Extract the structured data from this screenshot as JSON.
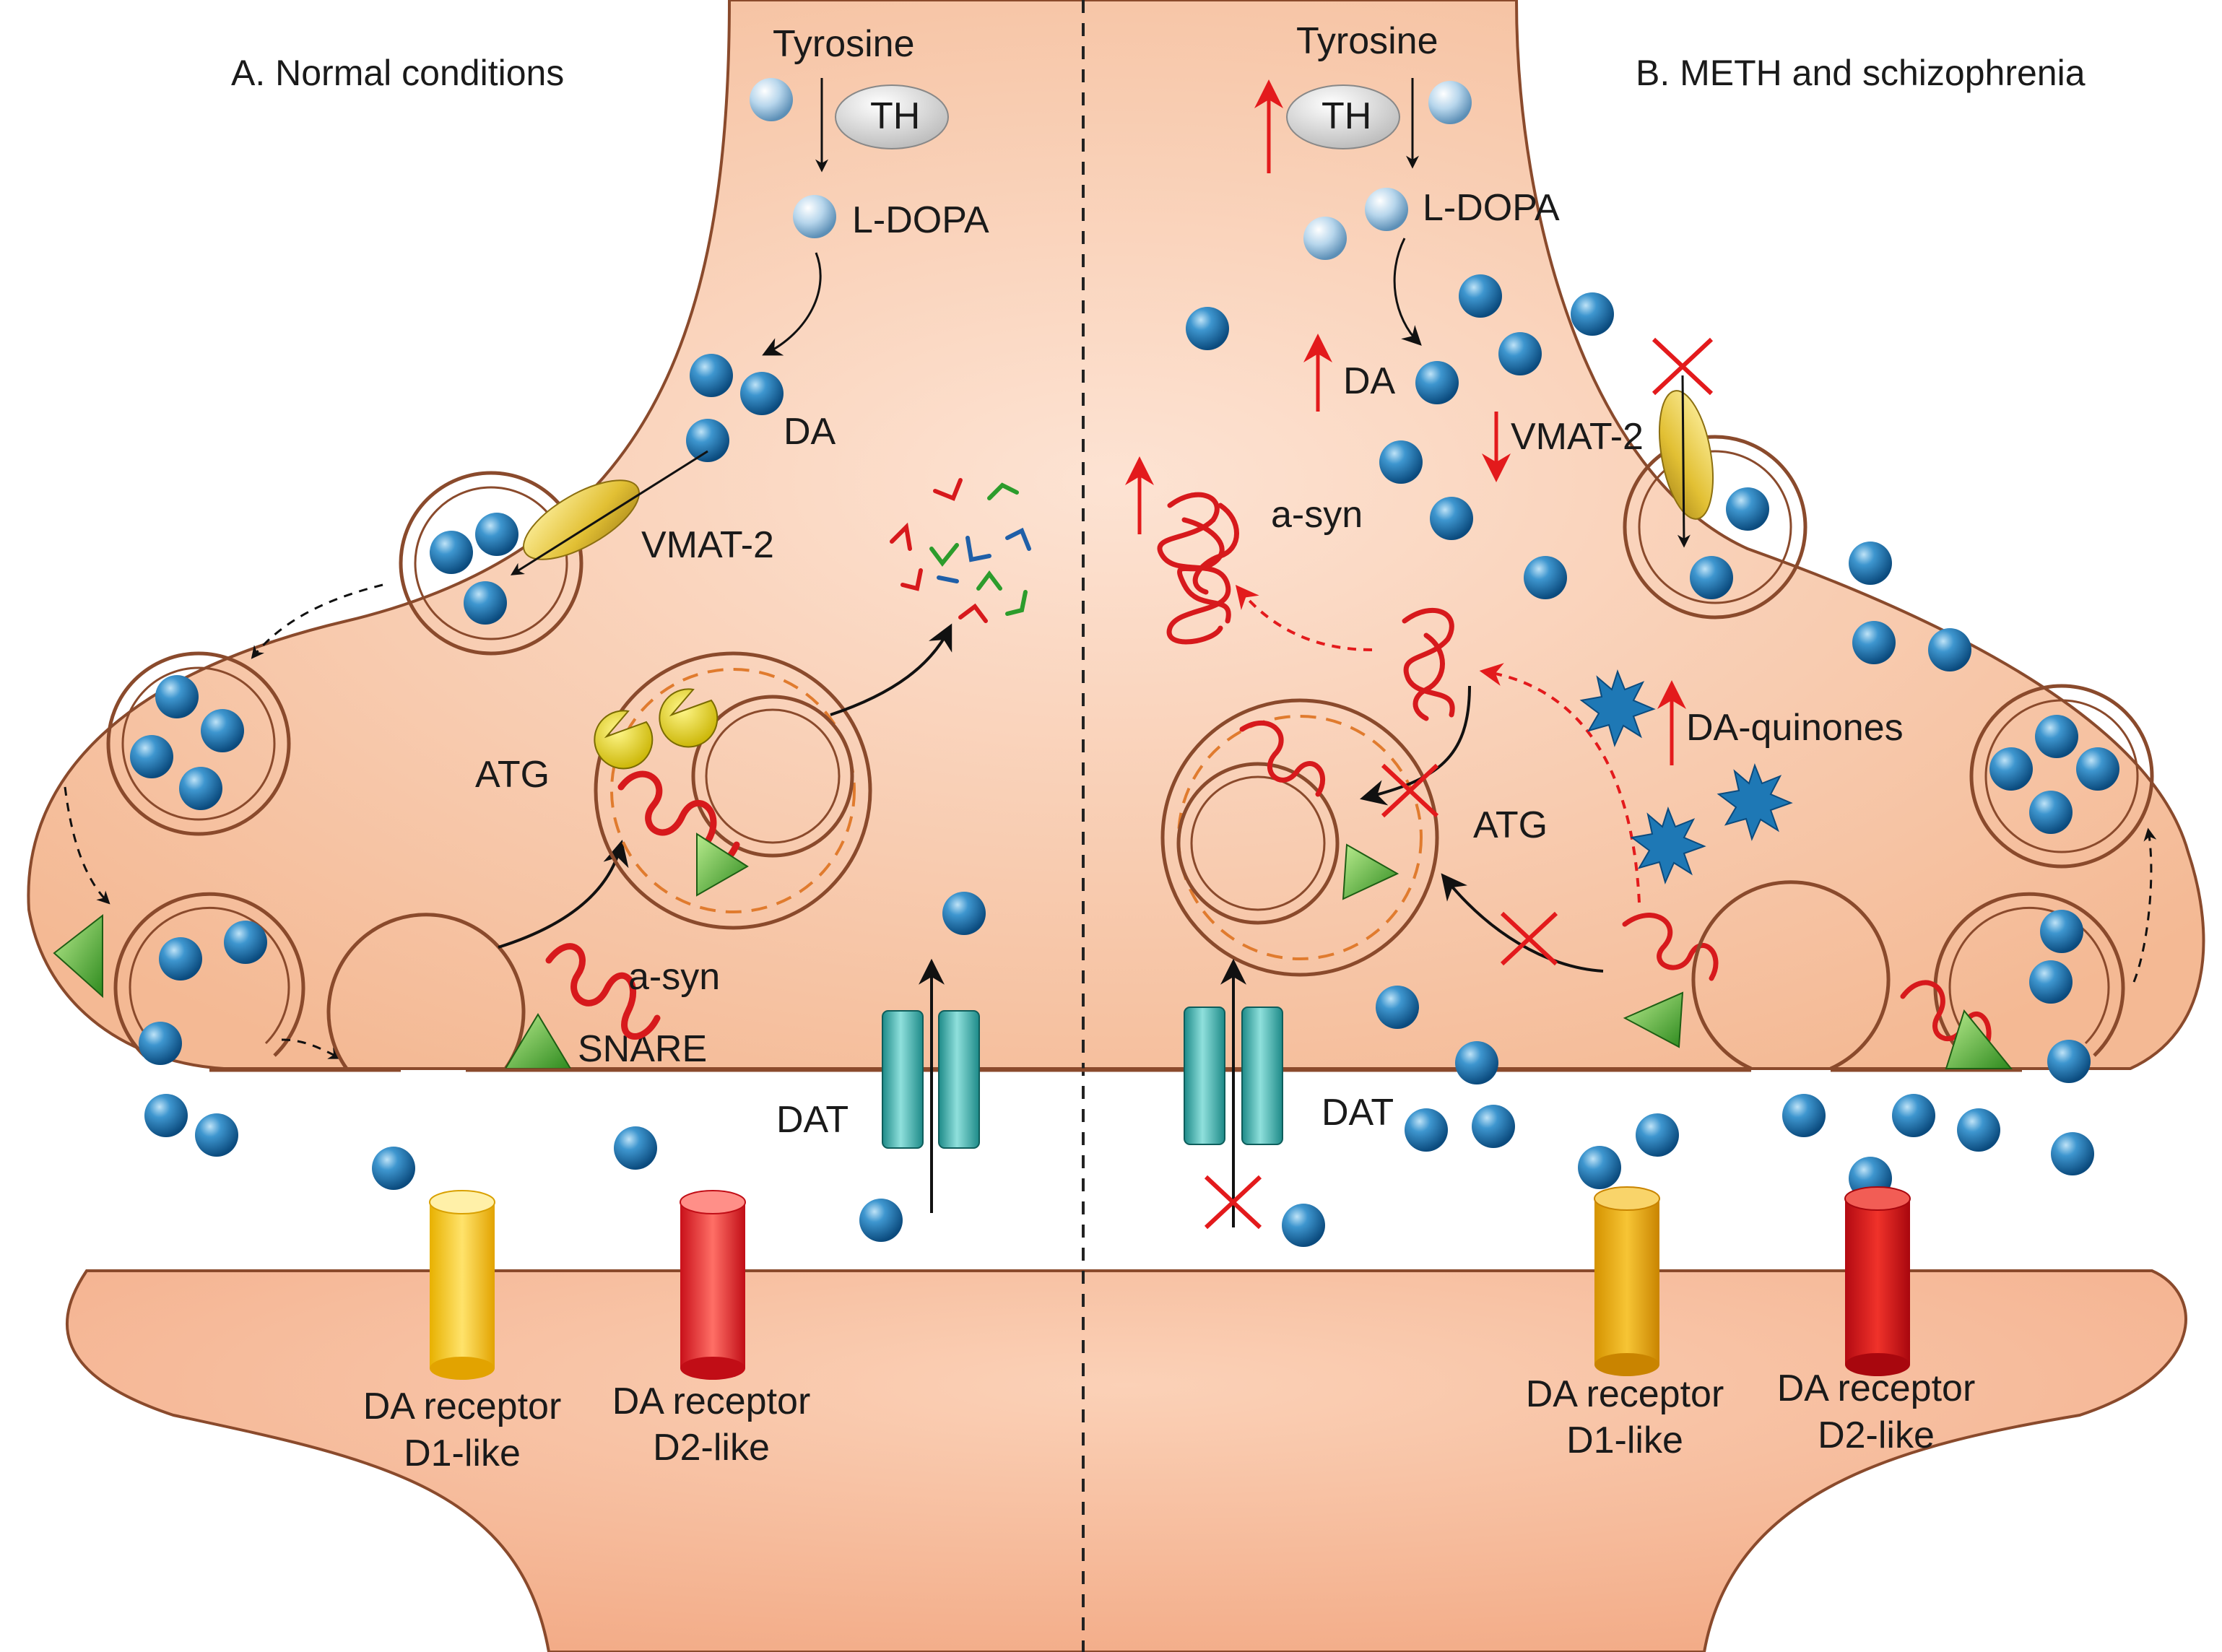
{
  "panel_a": {
    "title": "A. Normal conditions",
    "tyrosine": "Tyrosine",
    "th": "TH",
    "ldopa": "L-DOPA",
    "da": "DA",
    "vmat2": "VMAT-2",
    "atg": "ATG",
    "asyn": "a-syn",
    "snare": "SNARE",
    "dat": "DAT",
    "d1_line1": "DA receptor",
    "d1_line2": "D1-like",
    "d2_line1": "DA receptor",
    "d2_line2": "D2-like"
  },
  "panel_b": {
    "title": "B. METH and schizophrenia",
    "tyrosine": "Tyrosine",
    "th": "TH",
    "ldopa": "L-DOPA",
    "da": "DA",
    "vmat2": "VMAT-2",
    "asyn": "a-syn",
    "da_quinones": "DA-quinones",
    "atg": "ATG",
    "dat": "DAT",
    "d1_line1": "DA receptor",
    "d1_line2": "D1-like",
    "d2_line1": "DA receptor",
    "d2_line2": "D2-like"
  },
  "colors": {
    "cytoplasm": "#f9c9ac",
    "membrane": "#8a4a2c",
    "dopamine": "#1e78b5",
    "precursor": "#a9cde6",
    "vmat": "#e6c53a",
    "snare": "#4caf3c",
    "dat": "#3ab3b0",
    "d1": "#f2c418",
    "d2": "#e8202a",
    "asyn": "#d7191c",
    "change_arrow": "#e31a1c"
  }
}
